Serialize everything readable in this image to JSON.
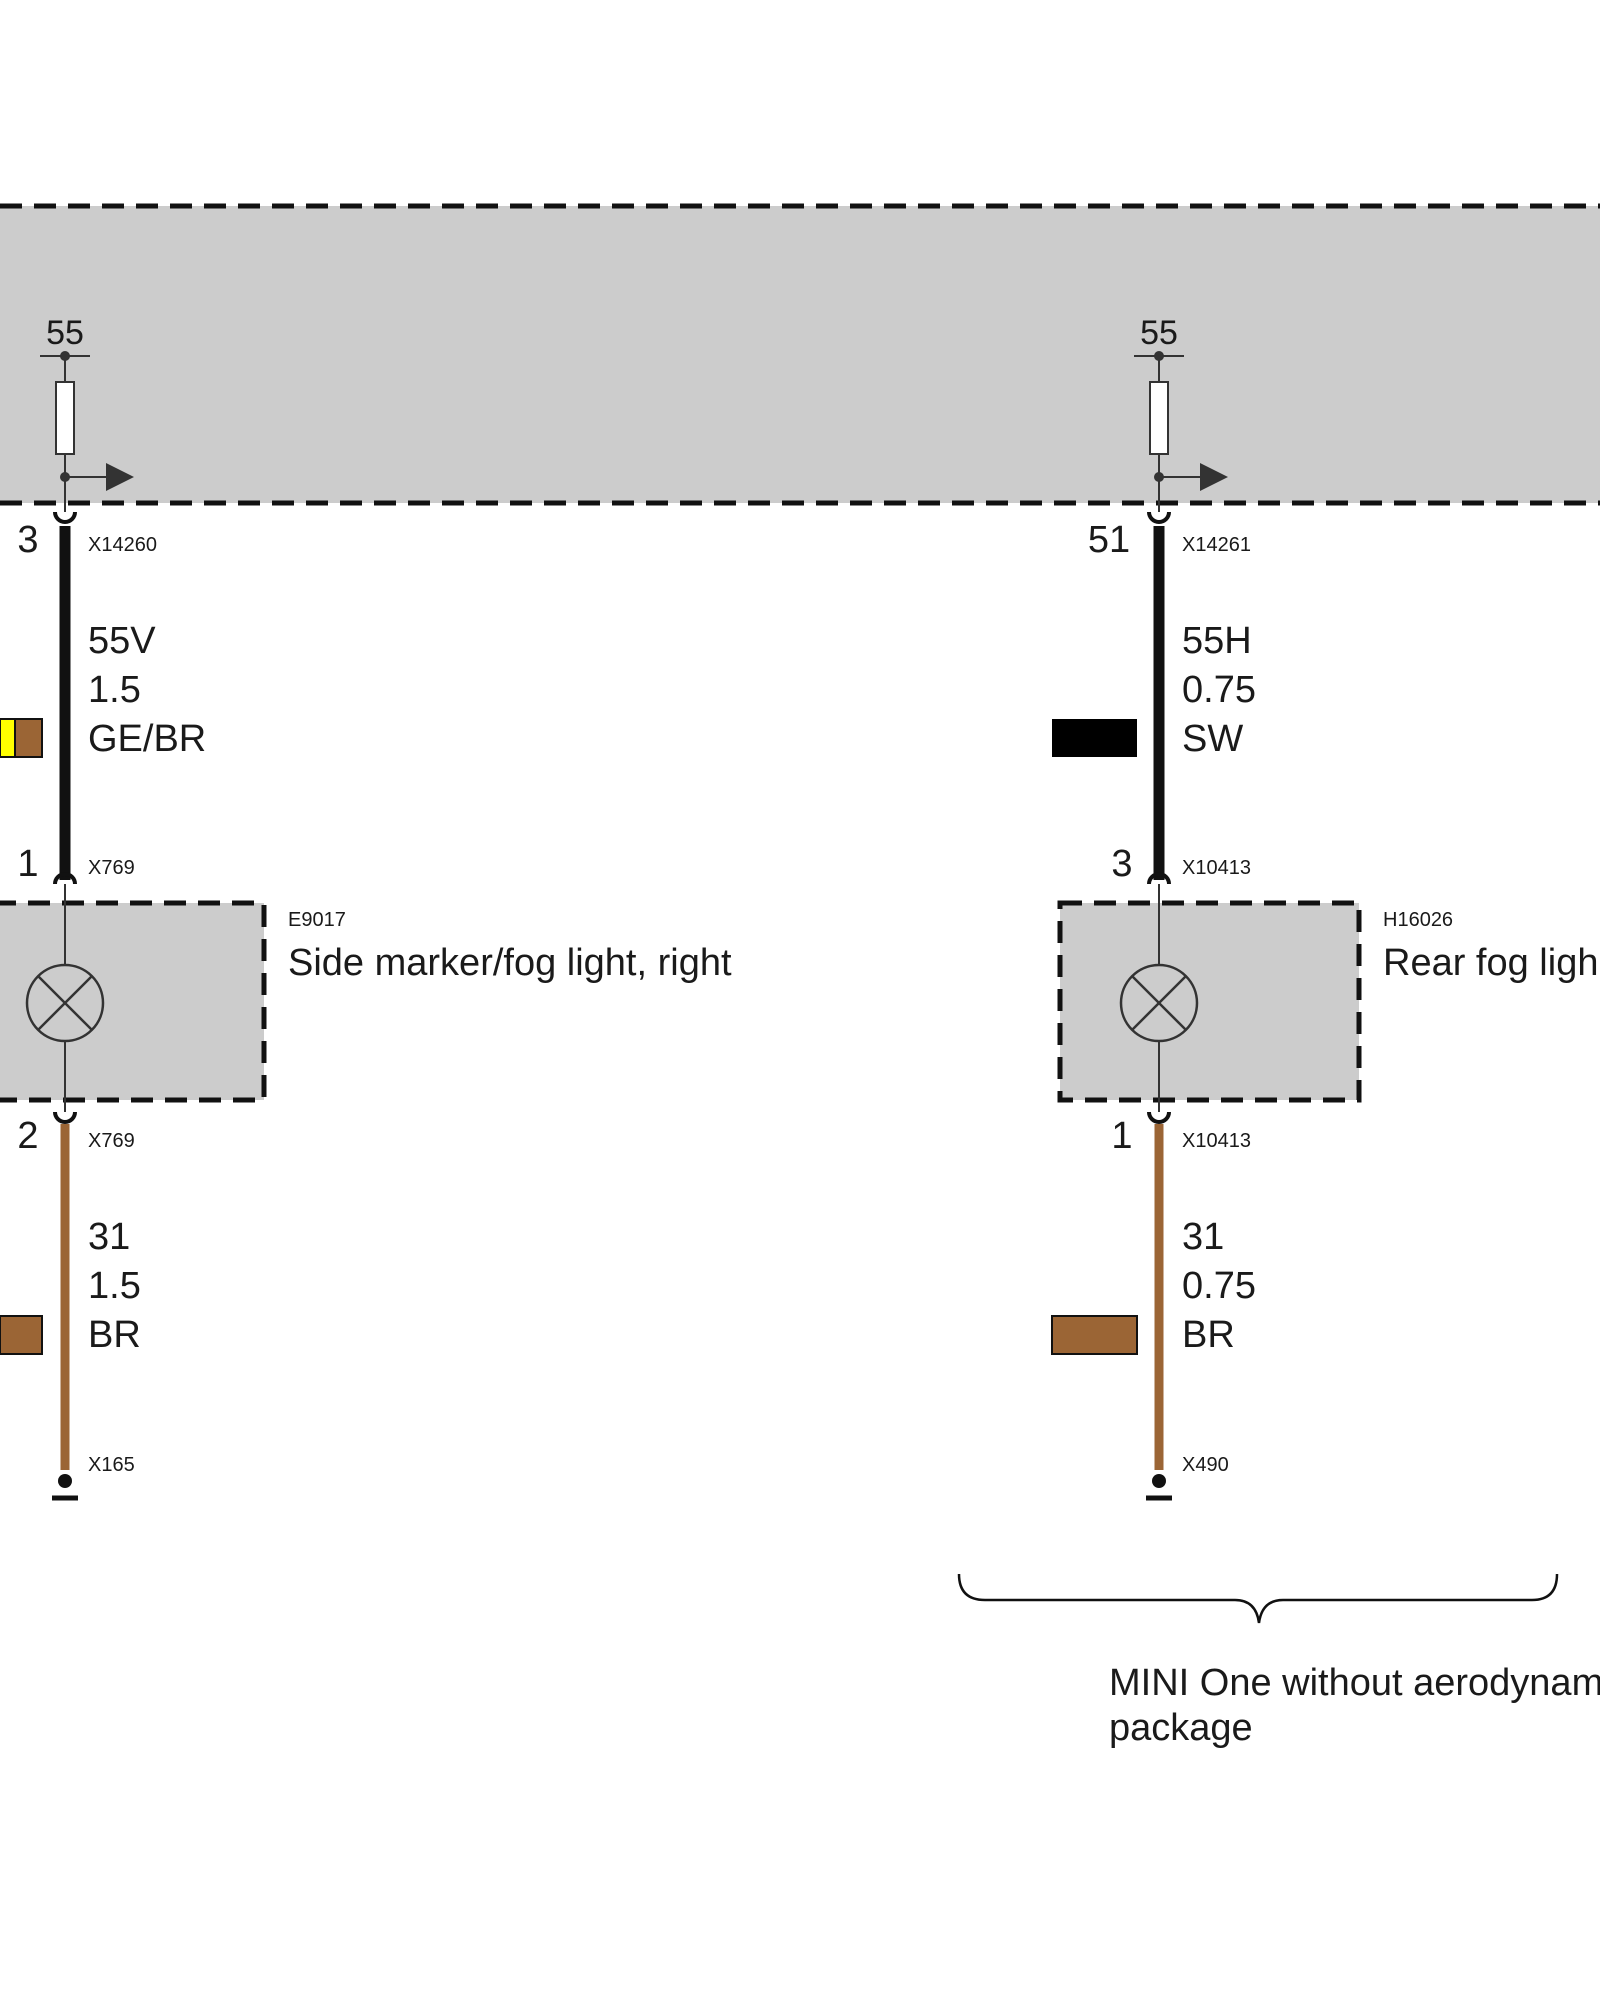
{
  "colors": {
    "module_fill": "#cccccc",
    "wire_black": "#111111",
    "wire_brown": "#9b6535",
    "yellow": "#ffff00",
    "brown": "#9b6535",
    "black": "#000000"
  },
  "left": {
    "fuse_number": "55",
    "top_pin": "3",
    "top_connector": "X14260",
    "wire_top": {
      "signal": "55V",
      "size": "1.5",
      "color_code": "GE/BR"
    },
    "lamp_top_pin": "1",
    "lamp_top_connector": "X769",
    "component_id": "E9017",
    "component_name": "Side marker/fog light, right",
    "lamp_bottom_pin": "2",
    "lamp_bottom_connector": "X769",
    "wire_bottom": {
      "signal": "31",
      "size": "1.5",
      "color_code": "BR"
    },
    "ground_connector": "X165"
  },
  "right": {
    "fuse_number": "55",
    "top_pin": "51",
    "top_connector": "X14261",
    "wire_top": {
      "signal": "55H",
      "size": "0.75",
      "color_code": "SW"
    },
    "lamp_top_pin": "3",
    "lamp_top_connector": "X10413",
    "component_id": "H16026",
    "component_name": "Rear fog ligh",
    "lamp_bottom_pin": "1",
    "lamp_bottom_connector": "X10413",
    "wire_bottom": {
      "signal": "31",
      "size": "0.75",
      "color_code": "BR"
    },
    "ground_connector": "X490"
  },
  "variant_note": {
    "line1": "MINI One without aerodynam",
    "line2": "package"
  }
}
